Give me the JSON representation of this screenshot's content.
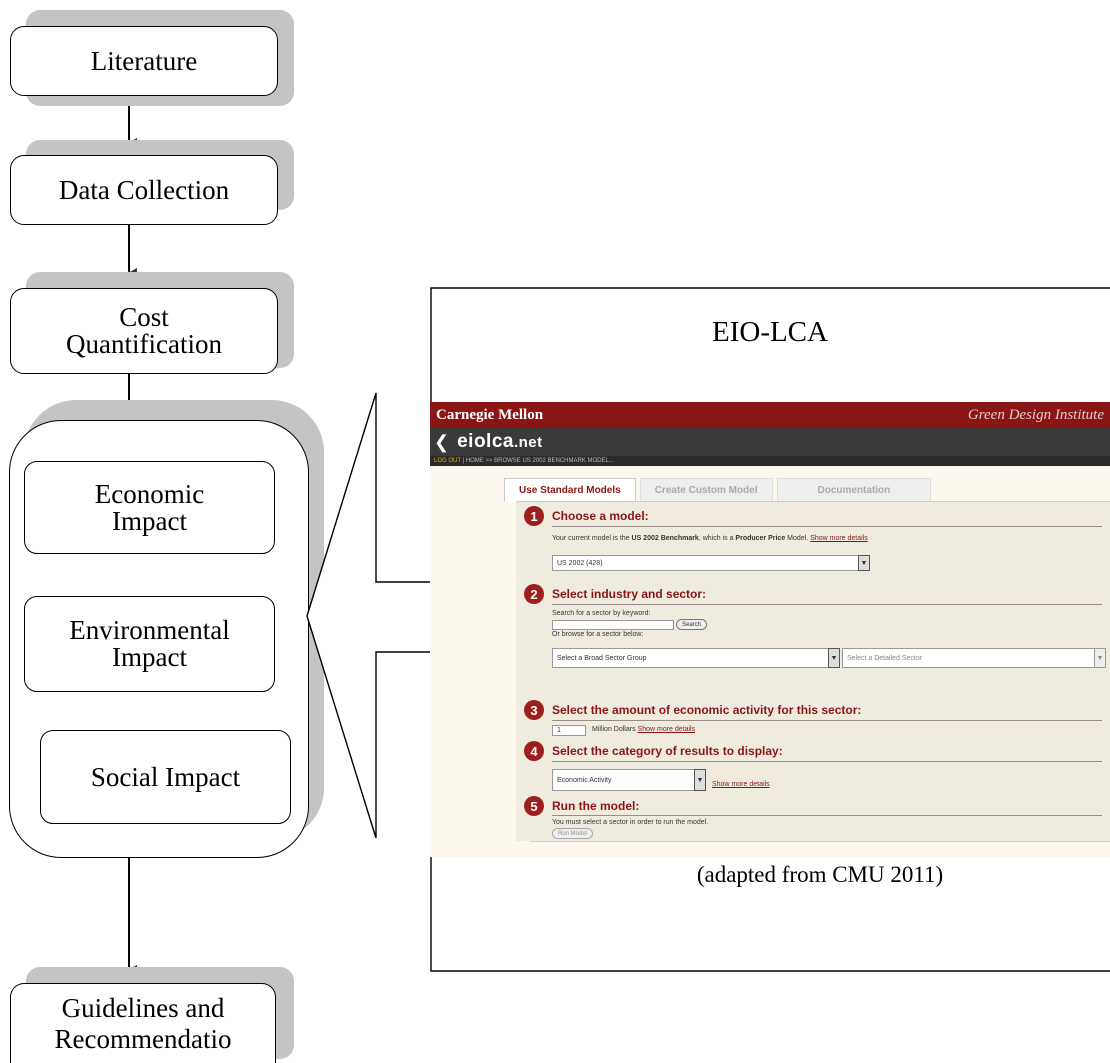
{
  "flow": {
    "literature": "Literature",
    "data_collection": "Data Collection",
    "cost_line1": "Cost",
    "cost_line2": "Quantification",
    "economic_line1": "Economic",
    "economic_line2": "Impact",
    "environmental_line1": "Environmental",
    "environmental_line2": "Impact",
    "social": "Social Impact",
    "guidelines_line1": "Guidelines and",
    "guidelines_line2": "Recommendatio"
  },
  "callout": {
    "title": "EIO-LCA",
    "caption": "(adapted from CMU 2011)"
  },
  "screenshot": {
    "brand": "Carnegie Mellon",
    "brand_right": "Green Design Institute",
    "site": "eiolca",
    "site_suffix": ".net",
    "crumb_logout": "LOG OUT",
    "crumb_path": " | HOME >> BROWSE US 2002 BENCHMARK MODEL...",
    "tabs": [
      "Use Standard Models",
      "Create Custom Model",
      "Documentation"
    ],
    "step1_num": "1",
    "step1_title": "Choose a model:",
    "step1_text_a": "Your current model is the ",
    "step1_text_b": "US 2002 Benchmark",
    "step1_text_c": ", which is a ",
    "step1_text_d": "Producer Price",
    "step1_text_e": " Model.",
    "step1_link": "Show more details",
    "step1_select": "US 2002 (428)",
    "step2_num": "2",
    "step2_title": "Select industry and sector:",
    "step2_search_label": "Search for a sector by keyword:",
    "step2_search_btn": "Search",
    "step2_browse_label": "Or browse for a sector below:",
    "step2_select_a": "Select a Broad Sector Group",
    "step2_select_b": "Select a Detailed Sector",
    "step3_num": "3",
    "step3_title": "Select the amount of economic activity for this sector:",
    "step3_value": "1",
    "step3_unit": "Million Dollars",
    "step3_link": "Show more details",
    "step4_num": "4",
    "step4_title": "Select the category of results to display:",
    "step4_select": "Economic Activity",
    "step4_link": "Show more details",
    "step5_num": "5",
    "step5_title": "Run the model:",
    "step5_text": "You must select a sector in order to run the model.",
    "step5_btn": "Run Model"
  },
  "colors": {
    "shadow": "#c4c4c4",
    "cmu_red": "#8a1515",
    "dark_bar": "#3a3a3a",
    "panel": "#efecdf"
  }
}
